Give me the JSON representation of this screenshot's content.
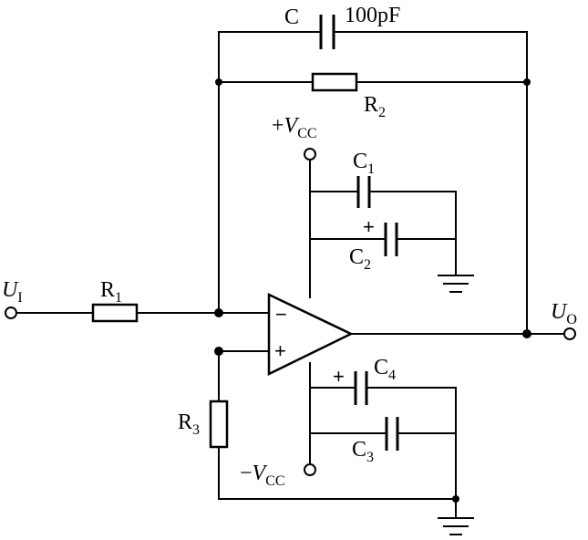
{
  "labels": {
    "c": "C",
    "c_value": "100pF",
    "r2": {
      "main": "R",
      "sub": "2"
    },
    "r1": {
      "main": "R",
      "sub": "1"
    },
    "r3": {
      "main": "R",
      "sub": "3"
    },
    "c1": {
      "main": "C",
      "sub": "1"
    },
    "c2": {
      "main": "C",
      "sub": "2"
    },
    "c3": {
      "main": "C",
      "sub": "3"
    },
    "c4": {
      "main": "C",
      "sub": "4"
    },
    "vcc_pos": {
      "sign": "+",
      "main": "V",
      "sub": "CC"
    },
    "vcc_neg": {
      "sign": "−",
      "main": "V",
      "sub": "CC"
    },
    "ui": {
      "main": "U",
      "sub": "I"
    },
    "uo": {
      "main": "U",
      "sub": "O"
    },
    "opamp_minus": "−",
    "opamp_plus": "+",
    "c2_polarity": "+",
    "c4_polarity": "+"
  }
}
